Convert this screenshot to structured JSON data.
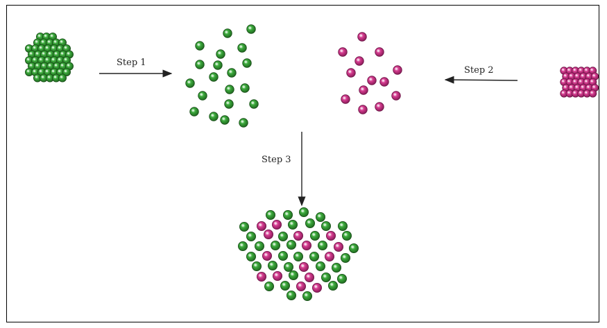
{
  "steps": {
    "step1": "Step 1",
    "step2": "Step 2",
    "step3": "Step 3"
  },
  "colors": {
    "green_fill": "#2f9a2f",
    "green_dark": "#1f6b1f",
    "green_light": "#8fd08f",
    "magenta_fill": "#cc2f86",
    "magenta_dark": "#8f1c5c",
    "magenta_light": "#f3a6cf",
    "arrow": "#222222",
    "frame": "#000000"
  }
}
